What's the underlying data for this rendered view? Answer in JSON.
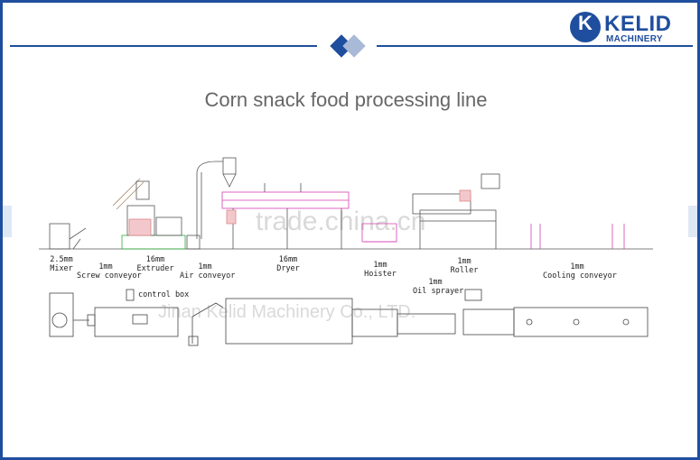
{
  "logo": {
    "brand": "KELID",
    "sub": "MACHINERY"
  },
  "title": "Corn snack food processing line",
  "machines": [
    {
      "size": "2.5mm",
      "name": "Mixer"
    },
    {
      "size": "1mm",
      "name": "Screw conveyor"
    },
    {
      "size": "16mm",
      "name": "Extruder"
    },
    {
      "size": "1mm",
      "name": "Air conveyor"
    },
    {
      "size": "16mm",
      "name": "Dryer"
    },
    {
      "size": "1mm",
      "name": "Hoister"
    },
    {
      "size": "1mm",
      "name": "Roller"
    },
    {
      "size": "1mm",
      "name": "Cooling conveyor"
    }
  ],
  "plan_labels": {
    "control_box": "control box",
    "oil_sprayer_size": "1mm",
    "oil_sprayer": "Oil sprayer"
  },
  "watermarks": {
    "site": "trade.china.cn",
    "company": "Jinan Kelid Machinery Co., LTD."
  },
  "colors": {
    "brand": "#1f4e9e",
    "magenta": "#d63fb3",
    "green": "#2fae3a"
  }
}
